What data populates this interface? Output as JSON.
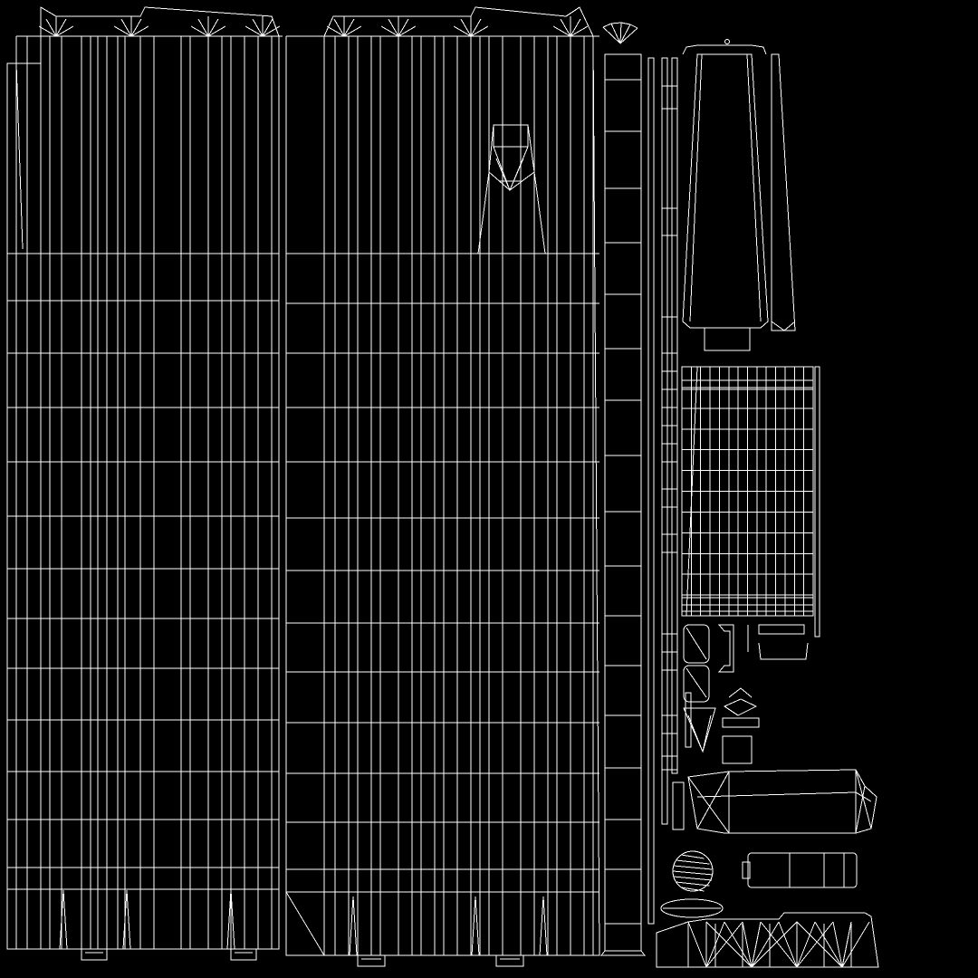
{
  "canvas": {
    "background_color": "#000000",
    "line_color": "#ffffff",
    "description_free": true
  },
  "islands": [
    {
      "id": "left-panel-island"
    },
    {
      "id": "center-panel-island"
    },
    {
      "id": "narrow-strip-island"
    },
    {
      "id": "thin-strips-island"
    },
    {
      "id": "tapered-panel-island"
    },
    {
      "id": "grid-block-island"
    },
    {
      "id": "small-parts-island"
    },
    {
      "id": "tube-part-island"
    },
    {
      "id": "round-part-island"
    },
    {
      "id": "bottom-part-island"
    }
  ]
}
